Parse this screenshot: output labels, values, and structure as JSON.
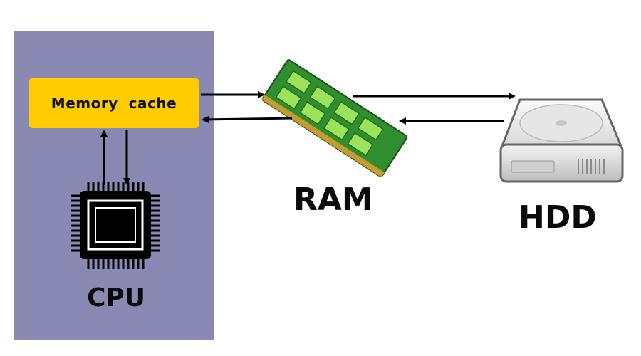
{
  "cache": {
    "label": "Memory  cache"
  },
  "cpu": {
    "label": "CPU",
    "icon": "cpu-chip-icon"
  },
  "ram": {
    "label": "RAM",
    "icon": "ram-module-icon"
  },
  "hdd": {
    "label": "HDD",
    "icon": "hard-drive-icon"
  },
  "colors": {
    "panel": "#8989b3",
    "cache": "#ffcc00",
    "ram_board": "#2e8b2e",
    "ram_chip": "#9be35a",
    "arrow": "#000000"
  }
}
